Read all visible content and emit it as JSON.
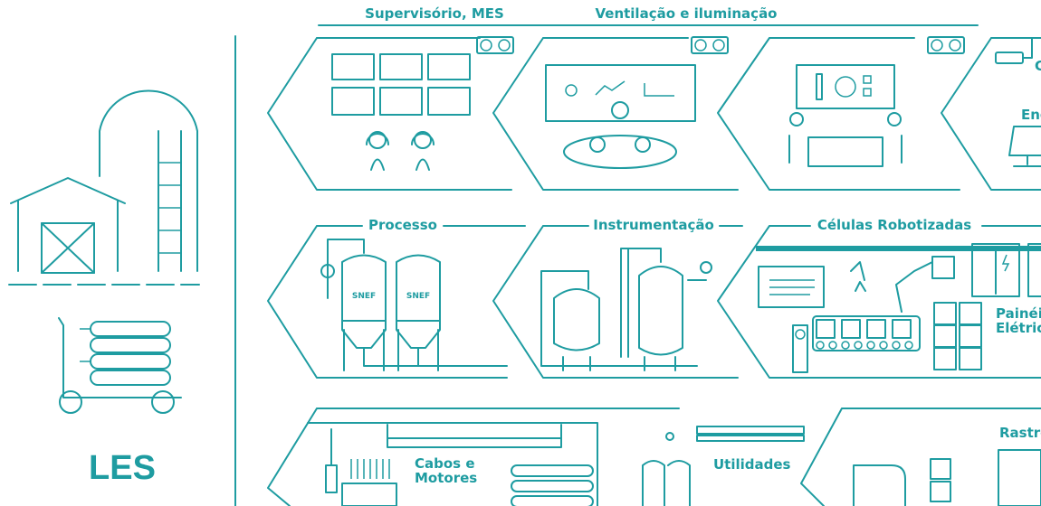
{
  "header": {
    "supervisory": "Supervisório, MES",
    "ventilation": "Ventilação e iluminação"
  },
  "left": {
    "title": "LES"
  },
  "rows": {
    "process": "Processo",
    "instrumentation": "Instrumentação",
    "robotic_cells": "Células Robotizadas",
    "panels_line1": "Painéi",
    "panels_line2": "Elétric",
    "cables_line1": "Cabos e",
    "cables_line2": "Motores",
    "utilities": "Utilidades",
    "tracking": "Rastre",
    "energy": "Ene",
    "cctv": "C"
  },
  "tanks": {
    "brand": "SNEF"
  },
  "colors": {
    "accent": "#1e9ca1"
  }
}
